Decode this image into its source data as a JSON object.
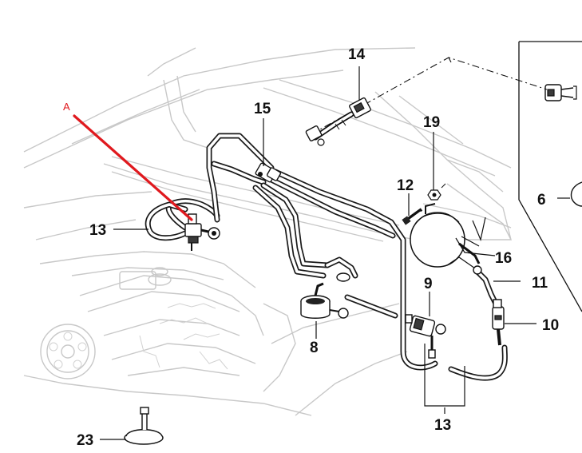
{
  "annotation": {
    "letter": "A",
    "color": "#e0191e"
  },
  "callouts": {
    "c6": "6",
    "c8": "8",
    "c9": "9",
    "c10": "10",
    "c11": "11",
    "c12": "12",
    "c13_left": "13",
    "c13_bottom": "13",
    "c14": "14",
    "c15": "15",
    "c16": "16",
    "c19": "19",
    "c23": "23"
  },
  "colors": {
    "ink": "#111111",
    "background_linework": "#c8c8c8",
    "annotation": "#e0191e"
  }
}
